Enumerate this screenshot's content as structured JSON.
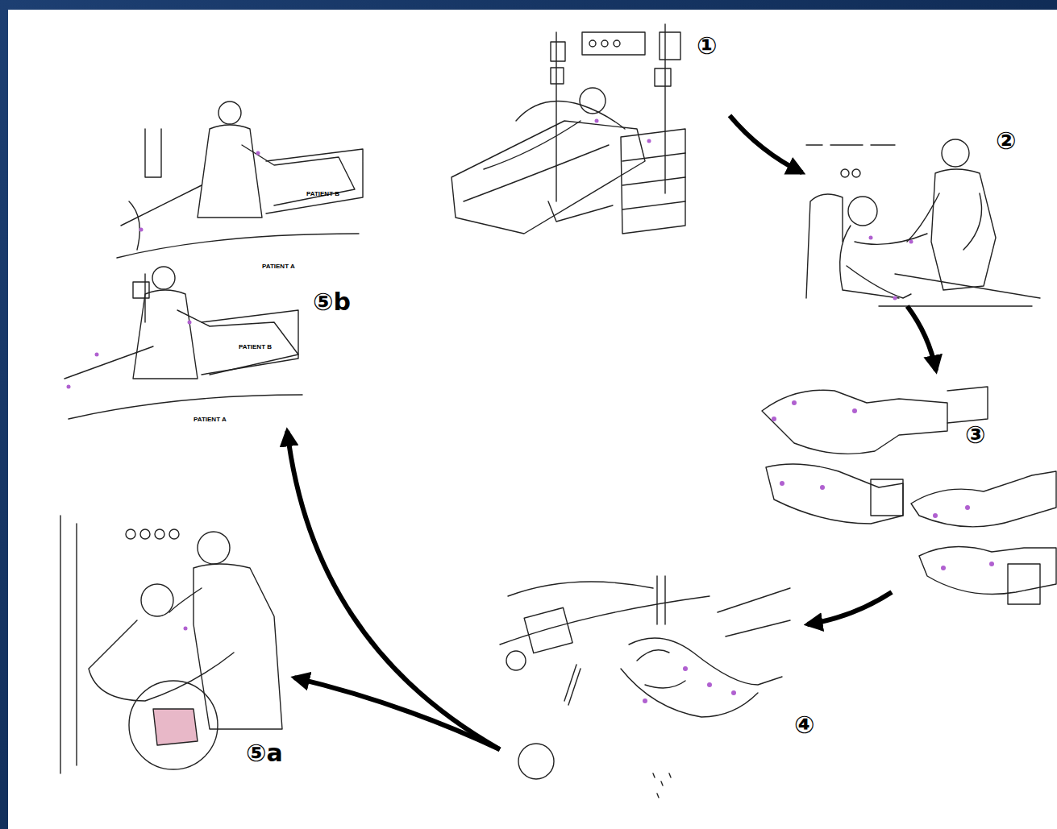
{
  "diagram": {
    "nodes": [
      {
        "text": [
          "①"
        ]
      },
      {
        "text": [
          "②"
        ]
      },
      {
        "text": [
          "③"
        ]
      },
      {
        "text": [
          "④"
        ]
      },
      {
        "text": [
          "⑤a"
        ]
      },
      {
        "text": [
          "⑤b"
        ]
      }
    ],
    "edges": [
      {
        "from": 0,
        "to": 1,
        "arrow": "to"
      },
      {
        "from": 1,
        "to": 2,
        "arrow": "to"
      },
      {
        "from": 2,
        "to": 3,
        "arrow": "to"
      },
      {
        "from": 3,
        "to": 4,
        "arrow": "to"
      },
      {
        "from": 3,
        "to": 5,
        "arrow": "to"
      }
    ],
    "labels": [
      "PATIENT B",
      "PATIENT A",
      "PATIENT B",
      "PATIENT A"
    ]
  }
}
